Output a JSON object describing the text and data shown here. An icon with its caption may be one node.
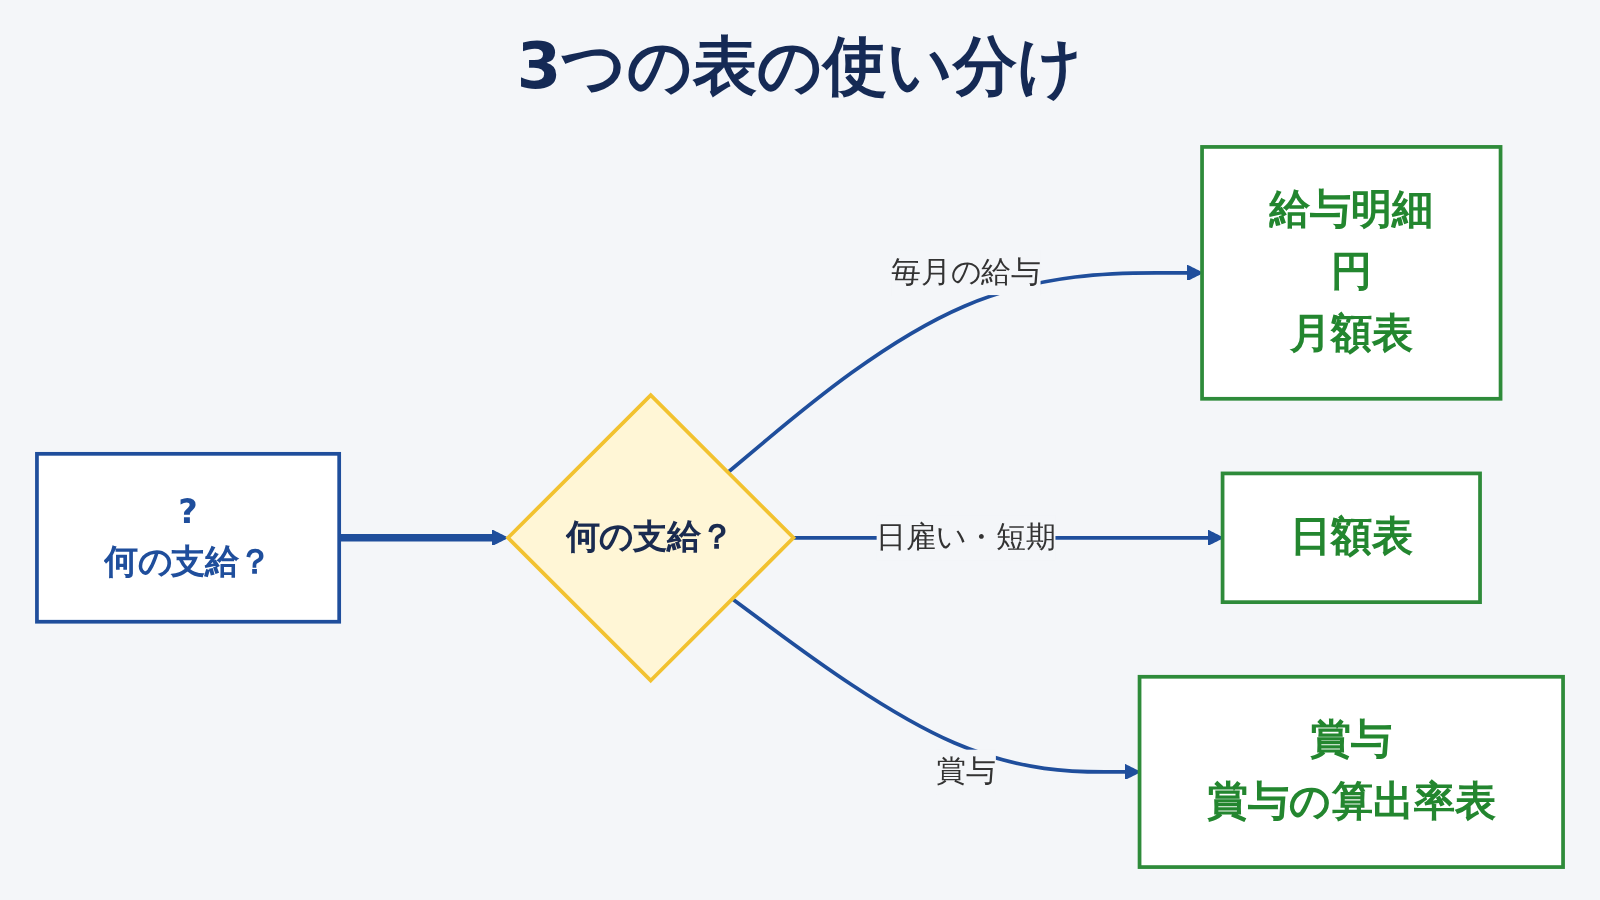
{
  "diagram": {
    "title": "3つの表の使い分け",
    "nodes": [
      {
        "text": [
          "?",
          "何の支給？"
        ]
      },
      {
        "text": [
          "何の支給？"
        ]
      },
      {
        "text": [
          "給与明細",
          "円",
          "月額表"
        ]
      },
      {
        "text": [
          "日額表"
        ]
      },
      {
        "text": [
          "賞与",
          "賞与の算出率表"
        ]
      }
    ],
    "edges": [
      {
        "from": 0,
        "to": 1,
        "arrow": "to",
        "style": "thick"
      },
      {
        "from": 1,
        "to": 2,
        "arrow": "to",
        "label": "毎月の給与"
      },
      {
        "from": 1,
        "to": 3,
        "arrow": "to",
        "label": "日雇い・短期"
      },
      {
        "from": 1,
        "to": 4,
        "arrow": "to",
        "label": "賞与"
      }
    ]
  }
}
